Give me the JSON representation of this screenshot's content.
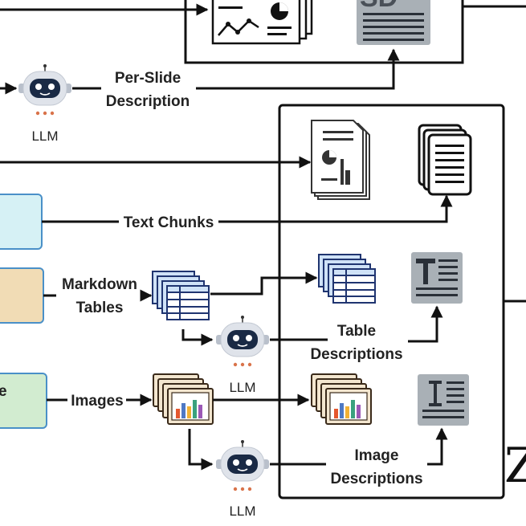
{
  "labels": {
    "per_slide_line1": "Per-Slide",
    "per_slide_line2": "Description",
    "llm": "LLM",
    "text_chunks": "Text Chunks",
    "markdown_line1": "Markdown",
    "markdown_line2": "Tables",
    "table_desc_line1": "Table",
    "table_desc_line2": "Descriptions",
    "images": "Images",
    "image_desc_line1": "Image",
    "image_desc_line2": "Descriptions",
    "partial_box_letter": "e",
    "partial_big_char": "Z"
  },
  "icons": [
    "robot-icon",
    "slides-stack-icon",
    "pdf-document-icon",
    "document-stack-icon",
    "table-stack-icon",
    "text-description-icon",
    "image-stack-icon",
    "image-description-icon"
  ],
  "colors": {
    "cyan_box": "#d6f1f5",
    "cyan_border": "#4a90c8",
    "tan_box": "#f1dcb5",
    "tan_border": "#4a90c8",
    "green_box": "#d2ecd0",
    "green_border": "#4a90c8",
    "robot_head": "#dfe3ea",
    "robot_visor": "#1a2a45",
    "robot_dots": "#d9734a",
    "grey_icon": "#a9b0b6",
    "table_blue": "#cfe2f7",
    "table_navy": "#1f3470"
  }
}
